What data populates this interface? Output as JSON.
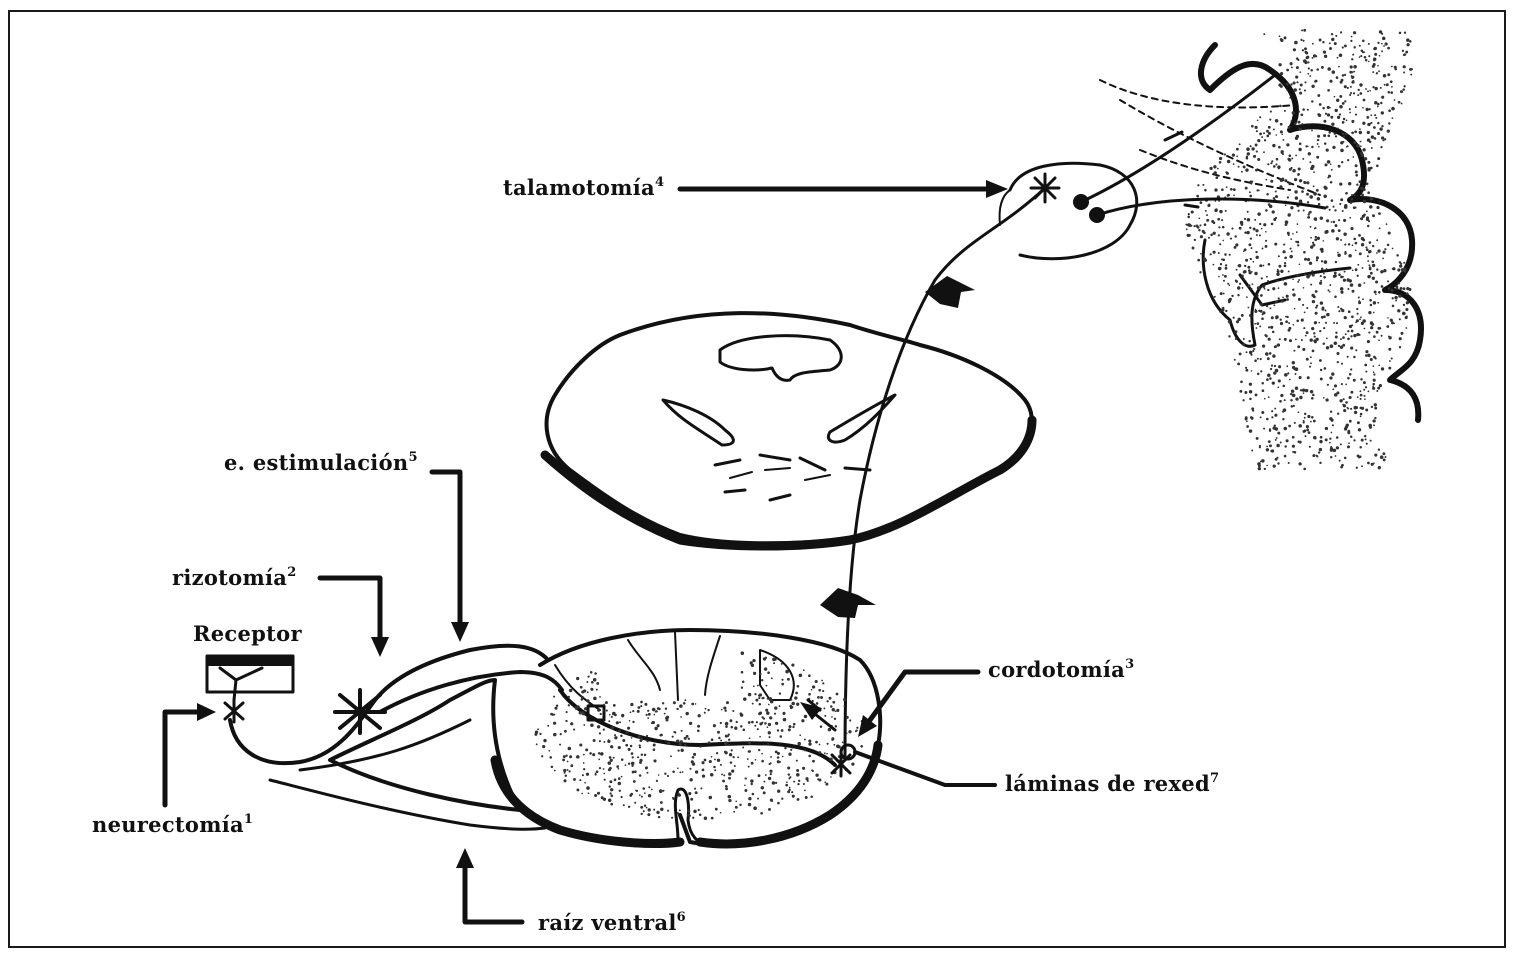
{
  "labels": {
    "receptor": "Receptor",
    "neurectomia": "neurectomía",
    "neurectomia_sup": "1",
    "rizotomia": "rizotomía",
    "rizotomia_sup": "2",
    "cordotomia": "cordotomía",
    "cordotomia_sup": "3",
    "talamotomia": "talamotomía",
    "talamotomia_sup": "4",
    "estimulacion": "e. estimulación",
    "estimulacion_sup": "5",
    "raiz_ventral": "raíz ventral",
    "raiz_ventral_sup": "6",
    "laminas": "láminas de rexed",
    "laminas_sup": "7"
  }
}
